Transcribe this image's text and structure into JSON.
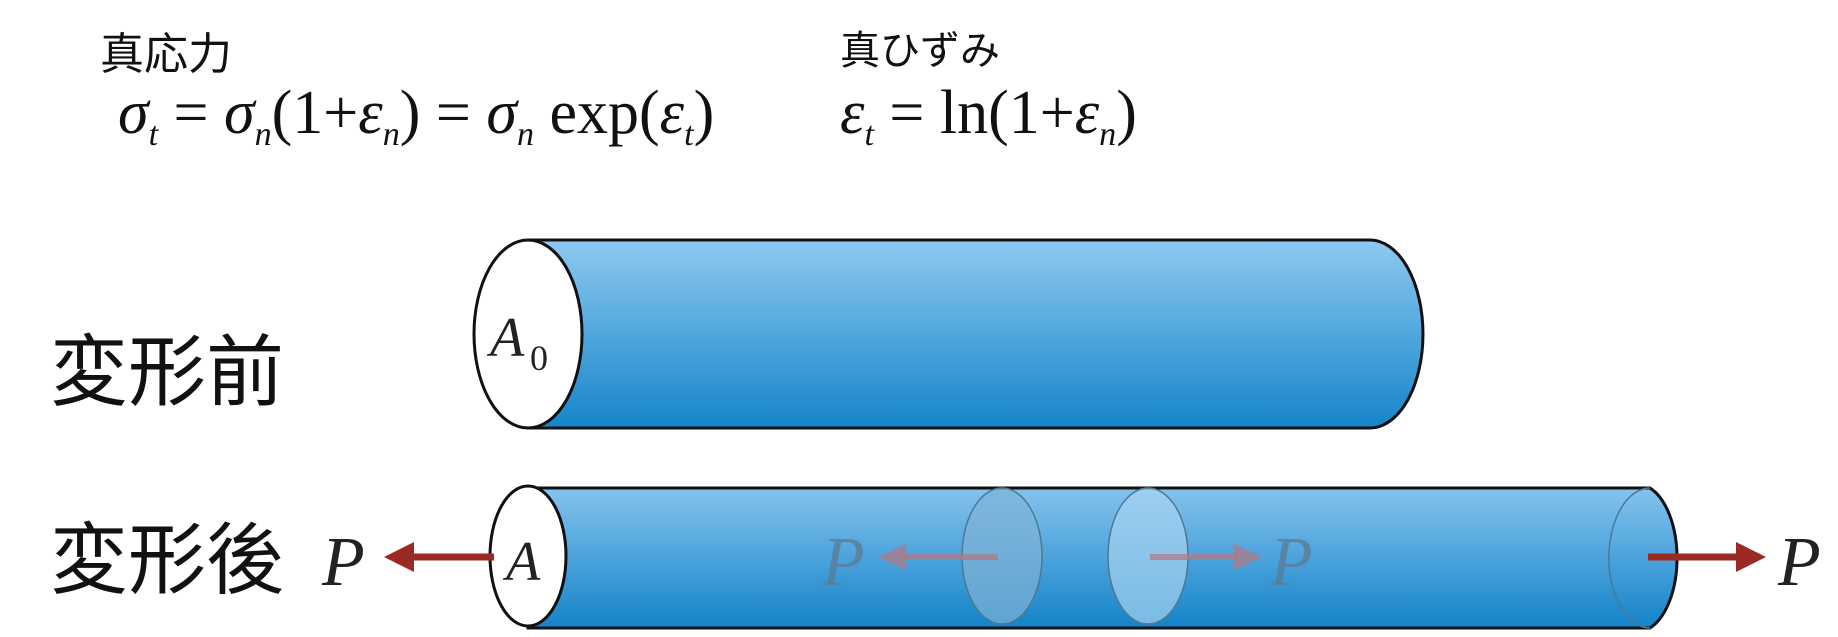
{
  "labels": {
    "true_stress": "真応力",
    "true_strain": "真ひずみ",
    "before": "変形前",
    "after": "変形後"
  },
  "formulas": {
    "true_stress": "σ_t = σ_n(1+ε_n) = σ_n exp(ε_t)",
    "true_strain": "ε_t = ln(1+ε_n)"
  },
  "symbols": {
    "area_initial": "A",
    "area_initial_sub": "0",
    "area_deformed": "A",
    "force": "P"
  },
  "colors": {
    "cylinder_top": "#8ec9f0",
    "cylinder_bottom": "#1585c9",
    "arrow": "#9b2a25",
    "arrow_faded": "#b07a84",
    "text_faded": "#5a7d9a"
  }
}
